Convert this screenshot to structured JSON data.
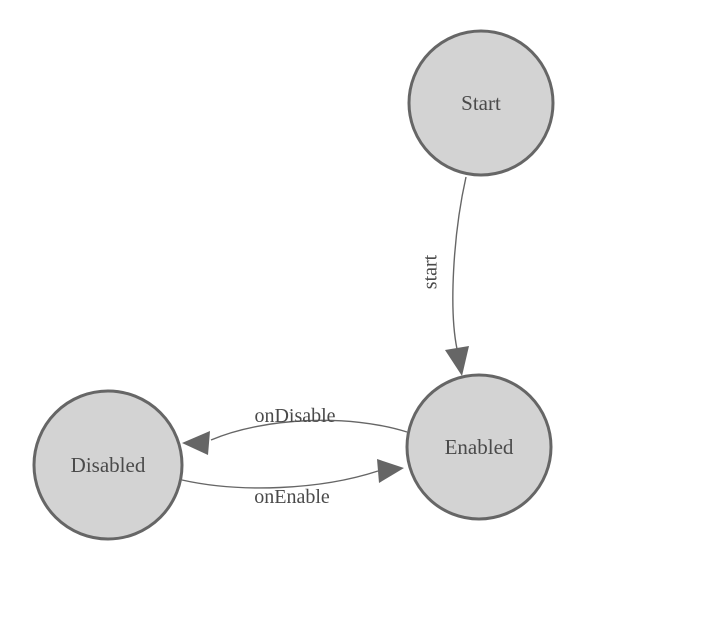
{
  "colors": {
    "background": "#ffffff",
    "node-fill": "#d3d3d3",
    "node-stroke": "#666666",
    "edge-stroke": "#666666",
    "arrow-fill": "#666666",
    "label-text": "#4a4a4a"
  },
  "diagram": {
    "type": "state-diagram",
    "nodes": [
      {
        "label": "Start"
      },
      {
        "label": "Enabled"
      },
      {
        "label": "Disabled"
      }
    ],
    "edges": [
      {
        "from": "Start",
        "to": "Enabled",
        "label": "start"
      },
      {
        "from": "Enabled",
        "to": "Disabled",
        "label": "onDisable"
      },
      {
        "from": "Disabled",
        "to": "Enabled",
        "label": "onEnable"
      }
    ]
  }
}
